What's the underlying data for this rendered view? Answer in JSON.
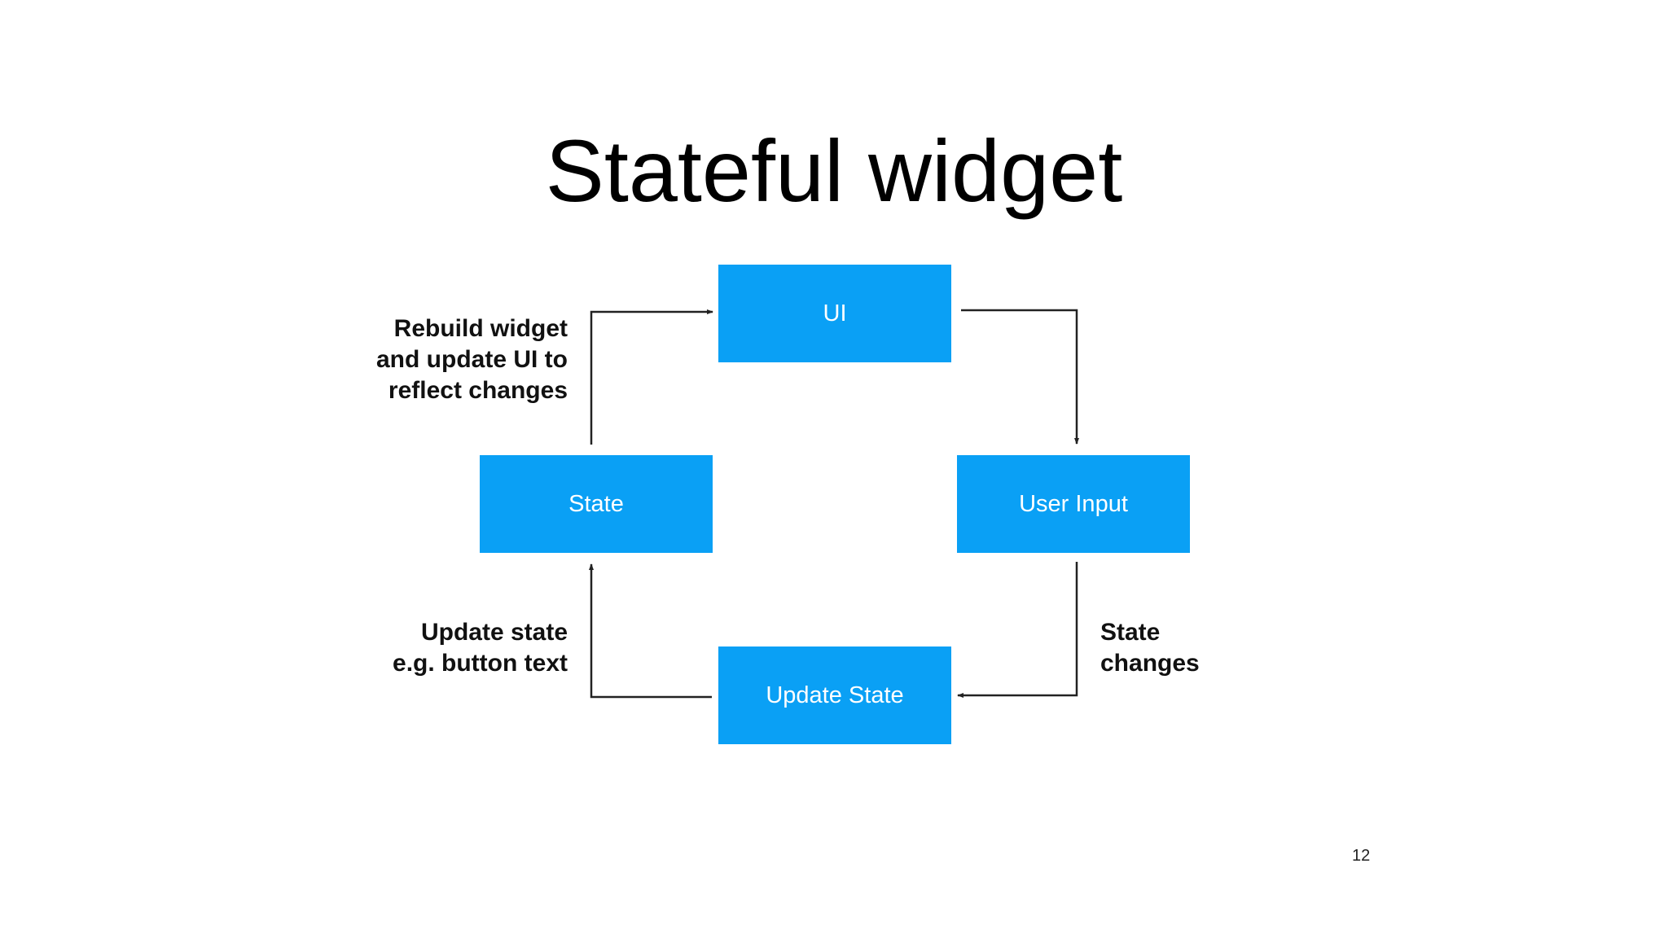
{
  "slide": {
    "title": "Stateful widget",
    "page_number": "12"
  },
  "diagram": {
    "box_color": "#0aa0f5",
    "arrow_color": "#222222",
    "nodes": {
      "ui": "UI",
      "state": "State",
      "user_input": "User Input",
      "update_state": "Update State"
    },
    "edge_labels": {
      "rebuild": [
        "Rebuild widget",
        "and update UI to",
        "reflect changes"
      ],
      "update_state": [
        "Update state",
        "e.g. button text"
      ],
      "state_changes": [
        "State",
        "changes"
      ]
    }
  }
}
